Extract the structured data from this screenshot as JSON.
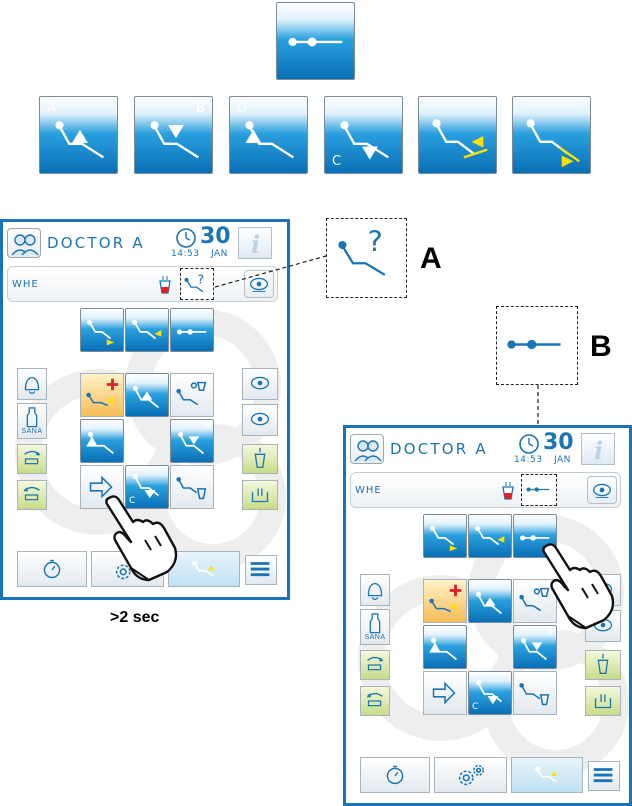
{
  "screens": [
    {
      "doctor_name": "DOCTOR A",
      "date_day": "30",
      "time": "14:53",
      "month": "JAN",
      "info_label": "i",
      "mode_label": "WHE",
      "sana_label": "SANA"
    },
    {
      "doctor_name": "DOCTOR A",
      "date_day": "30",
      "time": "14:53",
      "month": "JAN",
      "info_label": "i",
      "mode_label": "WHE",
      "sana_label": "SANA"
    }
  ],
  "preset_icons": {
    "a": "A",
    "b": "B",
    "d": "D",
    "c": "C",
    "unknown": "?"
  },
  "callouts": {
    "a": "A",
    "b": "B"
  },
  "caption": ">2 sec",
  "colors": {
    "accent": "#1a73b8",
    "highlight": "#ffe000",
    "plus": "#e32027",
    "selected_tile": "#f5bd55",
    "green_tile": "#c8dc88"
  }
}
